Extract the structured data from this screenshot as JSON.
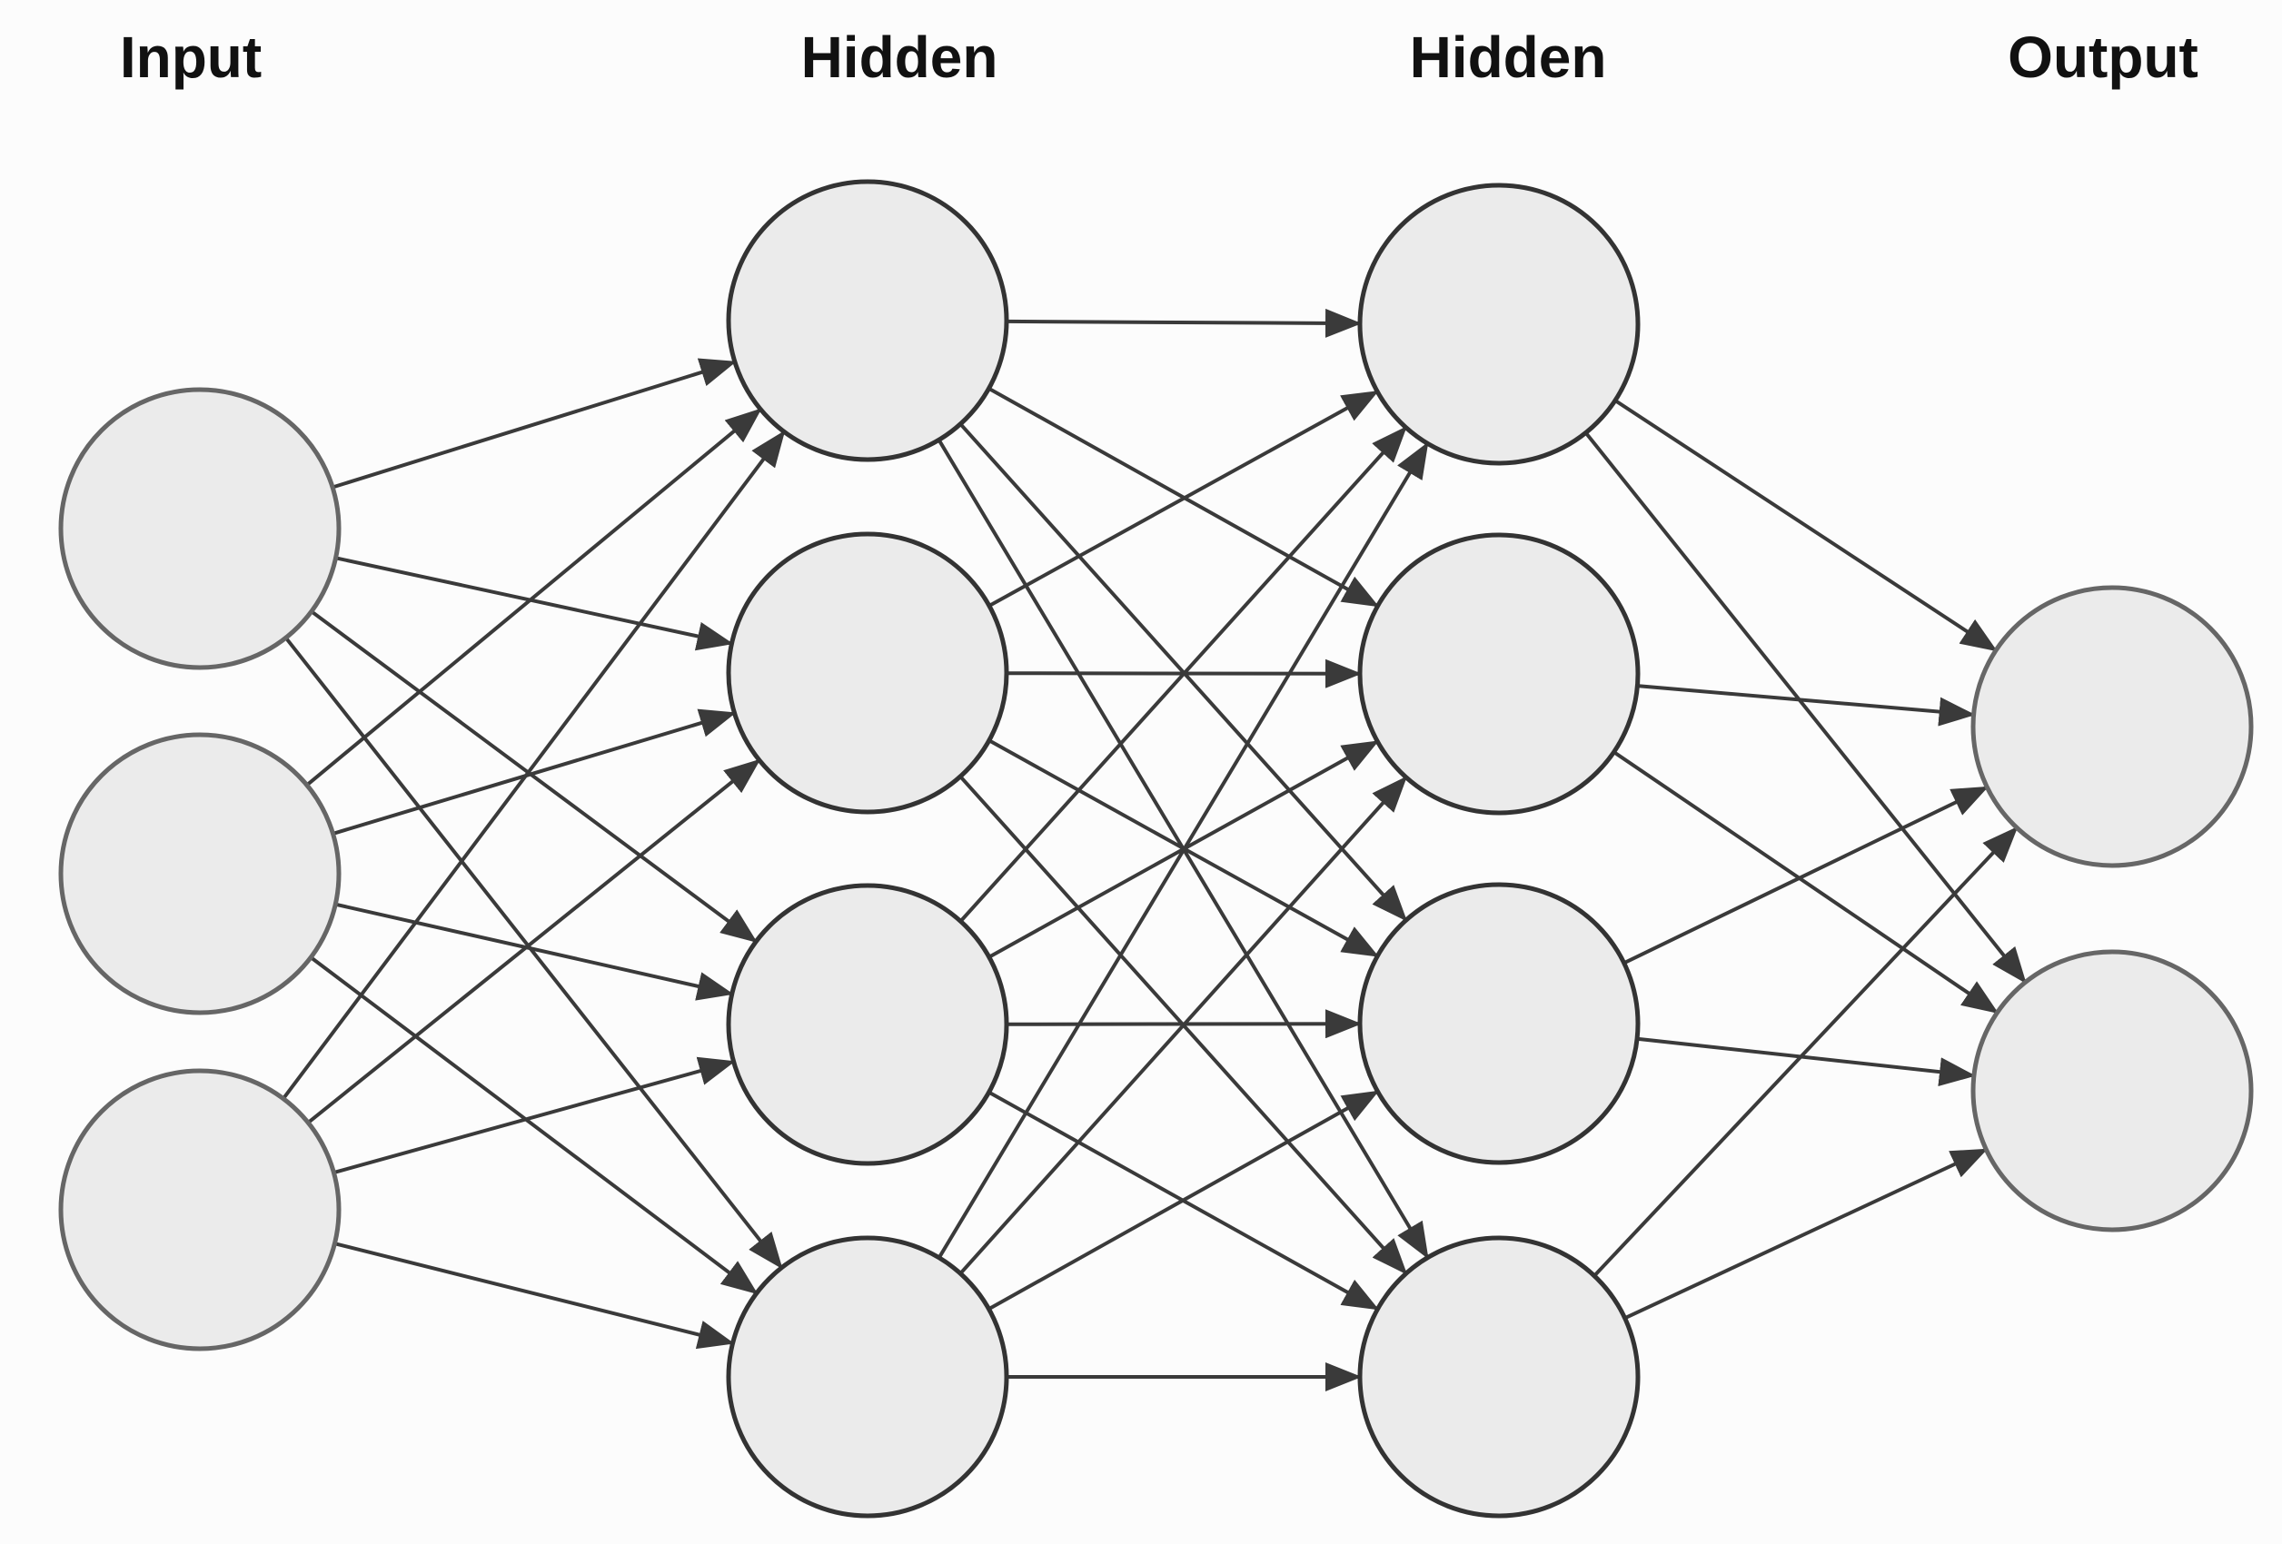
{
  "diagram": {
    "layers": [
      {
        "title": "Input",
        "nodes": 3
      },
      {
        "title": "Hidden",
        "nodes": 4
      },
      {
        "title": "Hidden",
        "nodes": 4
      },
      {
        "title": "Output",
        "nodes": 2
      }
    ],
    "connectivity": "fully-connected",
    "colors": {
      "node_fill": "#ebebeb",
      "node_stroke": "#333333",
      "edge": "#3a3a3a",
      "text": "#111111"
    }
  }
}
